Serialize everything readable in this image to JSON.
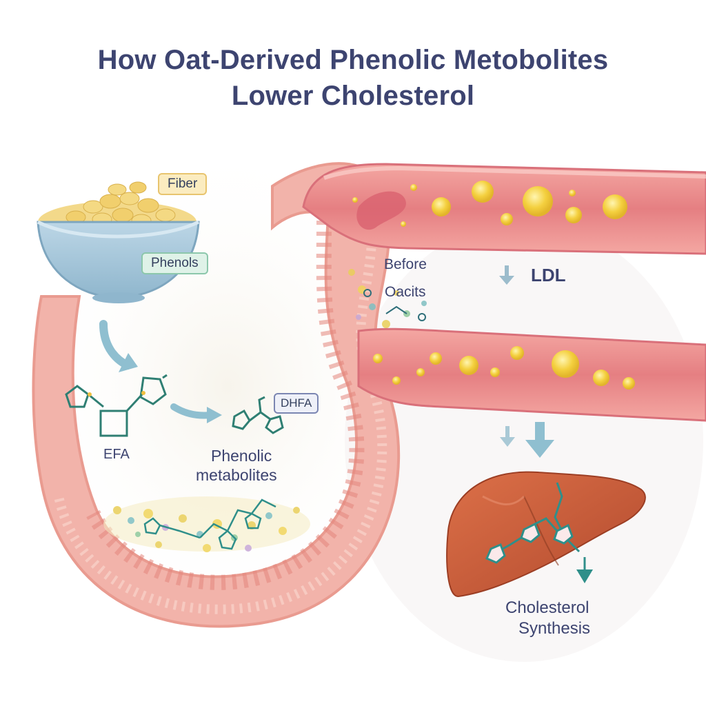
{
  "title": {
    "line1": "How Oat-Derived Phenolic Metobolites",
    "line2": "Lower Cholesterol"
  },
  "labels": {
    "fiber": "Fiber",
    "phenols": "Phenols",
    "efa": "EFA",
    "dhfa": "DHFA",
    "phenolic_metabolites_line1": "Phenolic",
    "phenolic_metabolites_line2": "metabolites",
    "before_line1": "Before",
    "before_line2": "Oacits",
    "ldl": "LDL",
    "cholesterol_synthesis_line1": "Cholesterol",
    "cholesterol_synthesis_line2": "Synthesis"
  },
  "colors": {
    "title": "#3d4470",
    "intestine": "#f2b3aa",
    "vessel": "#e98a8a",
    "ldl_particle": "#f4d03f",
    "liver": "#c8593a",
    "arrow": "#8fbfd0",
    "molecule": "#2f7f73"
  }
}
